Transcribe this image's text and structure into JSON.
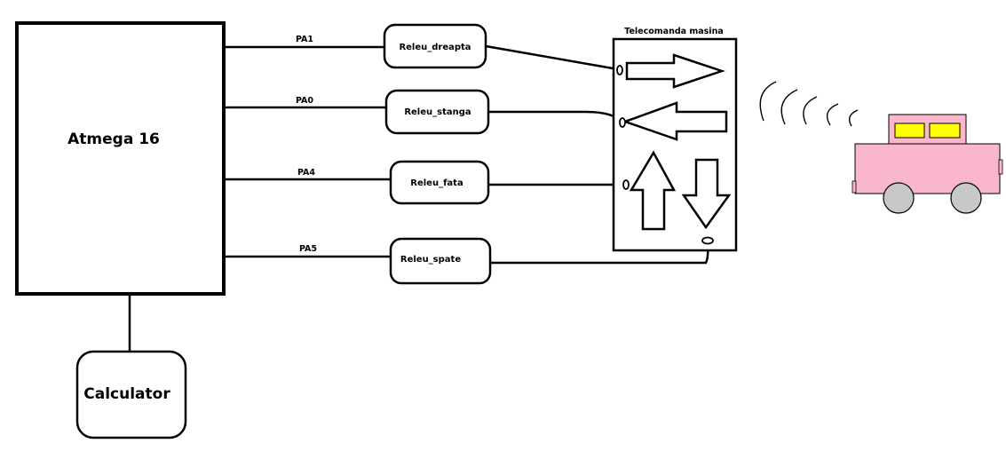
{
  "microcontroller": {
    "label": "Atmega 16"
  },
  "computer": {
    "label": "Calculator"
  },
  "ports": {
    "pa1": "PA1",
    "pa0": "PA0",
    "pa4": "PA4",
    "pa5": "PA5"
  },
  "relays": {
    "right": "Releu_dreapta",
    "left": "Releu_stanga",
    "forward": "Releu_fata",
    "back": "Releu_spate"
  },
  "remote": {
    "title": "Telecomanda masina"
  },
  "colors": {
    "line": "#000000",
    "car_body": "#f9b6cc",
    "car_window": "#ffff00",
    "wheel": "#c8c8c8"
  }
}
